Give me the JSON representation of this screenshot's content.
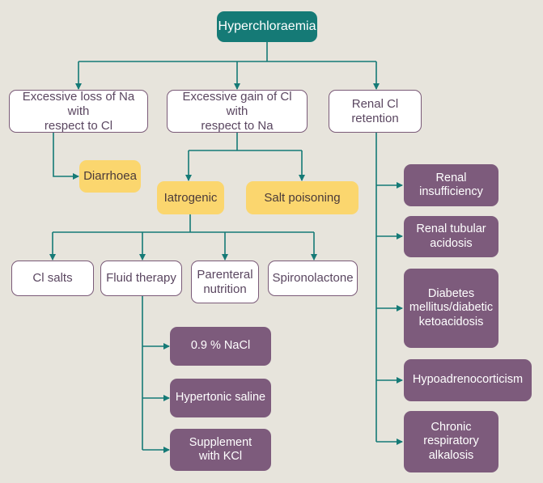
{
  "root": "Hyperchloraemia",
  "categories": {
    "loss_na": "Excessive loss of Na with\nrespect to Cl",
    "gain_cl": "Excessive gain of Cl with\nrespect to Na",
    "renal": "Renal Cl\nretention"
  },
  "loss_na_causes": [
    "Diarrhoea"
  ],
  "gain_cl_causes": [
    "Iatrogenic",
    "Salt poisoning"
  ],
  "iatrogenic_causes": [
    "Cl salts",
    "Fluid therapy",
    "Parenteral\nnutrition",
    "Spironolactone"
  ],
  "fluid_therapy_causes": [
    "0.9 % NaCl",
    "Hypertonic saline",
    "Supplement\nwith KCl"
  ],
  "renal_causes": [
    "Renal\ninsufficiency",
    "Renal tubular\nacidosis",
    "Diabetes\nmellitus/diabetic\nketoacidosis",
    "Hypoadrenocorticism",
    "Chronic\nrespiratory\nalkalosis"
  ],
  "colors": {
    "background": "#e7e4dc",
    "connector": "#157a76",
    "root_fill": "#157a76",
    "category_border": "#7a5a78",
    "yellow_fill": "#fbd66e",
    "purple_fill": "#7d5b7c"
  }
}
